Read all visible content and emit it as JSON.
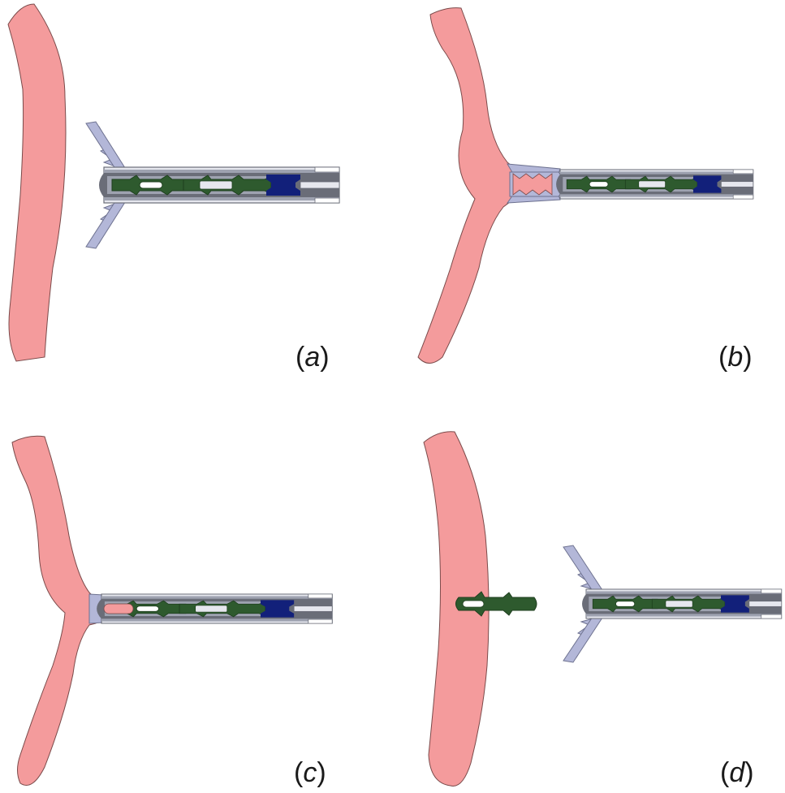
{
  "panels": [
    {
      "id": "a",
      "label": "a",
      "stage": "jaws-open-approaching-tissue"
    },
    {
      "id": "b",
      "label": "b",
      "stage": "jaws-grasping-tissue"
    },
    {
      "id": "c",
      "label": "c",
      "stage": "tissue-pulled-into-clip"
    },
    {
      "id": "d",
      "label": "d",
      "stage": "clip-deployed-in-tissue"
    }
  ],
  "colors": {
    "tissue": "#f49b9c",
    "tissue_stroke": "#7a4a4a",
    "jaw": "#b3b7d8",
    "jaw_stroke": "#6e7290",
    "tube_dark": "#6a6d78",
    "tube_mid": "#9ea2b0",
    "tube_light": "#e6e7ee",
    "clip": "#2e5a2e",
    "clip_dark": "#1f3f1f",
    "plunger": "#12207a"
  }
}
